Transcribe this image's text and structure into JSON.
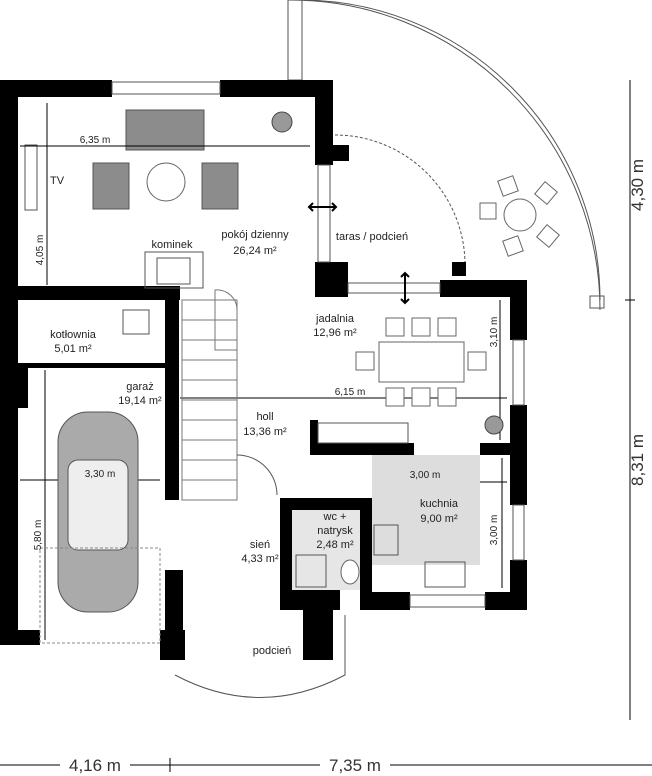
{
  "rooms": {
    "living": {
      "name": "pokój dzienny",
      "area": "26,24 m²"
    },
    "dining": {
      "name": "jadalnia",
      "area": "12,96 m²"
    },
    "terrace": {
      "name": "taras / podcień"
    },
    "boiler": {
      "name": "kotłownia",
      "area": "5,01 m²"
    },
    "garage": {
      "name": "garaż",
      "area": "19,14 m²"
    },
    "hall": {
      "name": "holl",
      "area": "13,36 m²"
    },
    "kitchen": {
      "name": "kuchnia",
      "area": "9,00 m²"
    },
    "wc_line1": "wc +",
    "wc": {
      "name": "natrysk",
      "area": "2,48 m²"
    },
    "vestibule": {
      "name": "sień",
      "area": "4,33 m²"
    },
    "porch": {
      "name": "podcień"
    }
  },
  "labels": {
    "tv": "TV",
    "fireplace": "kominek"
  },
  "dimensions": {
    "living_width": "6,35 m",
    "living_depth": "4,05 m",
    "dining_width": "6,15 m",
    "dining_depth": "3,10 m",
    "garage_width": "3,30 m",
    "garage_depth": "5,80 m",
    "kitchen_width": "3,00 m",
    "kitchen_depth": "3,00 m",
    "overall_right_top": "4,30 m",
    "overall_right_bottom": "8,31 m",
    "overall_bottom_left": "4,16 m",
    "overall_bottom_right": "7,35 m"
  }
}
